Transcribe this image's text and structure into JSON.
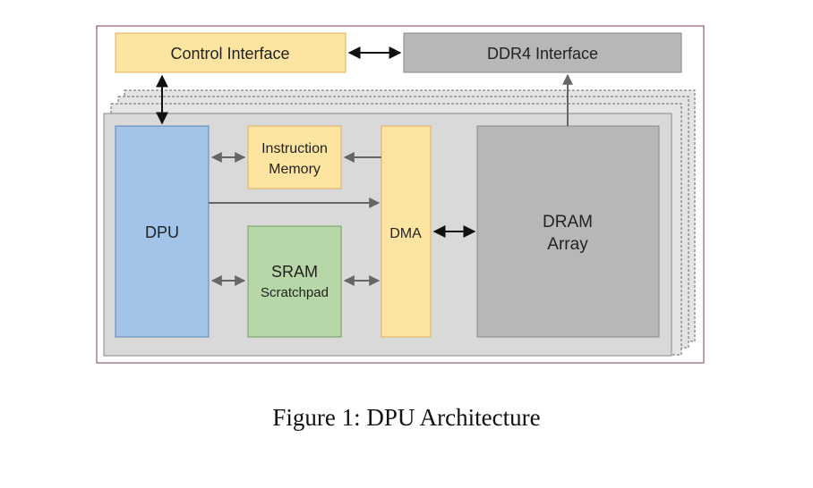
{
  "diagram": {
    "blocks": {
      "control_interface": "Control Interface",
      "ddr4_interface": "DDR4 Interface",
      "dpu": "DPU",
      "instruction_memory_line1": "Instruction",
      "instruction_memory_line2": "Memory",
      "sram_line1": "SRAM",
      "sram_line2": "Scratchpad",
      "dma": "DMA",
      "dram_line1": "DRAM",
      "dram_line2": "Array"
    },
    "colors": {
      "yellow": "#fde5a1",
      "gray_block": "#b7b7b7",
      "blue": "#a2c4e8",
      "green": "#b7d7a8",
      "chip_bg": "#d9d9d9",
      "border": "#7a3b5a"
    }
  },
  "caption": "Figure 1: DPU Architecture"
}
